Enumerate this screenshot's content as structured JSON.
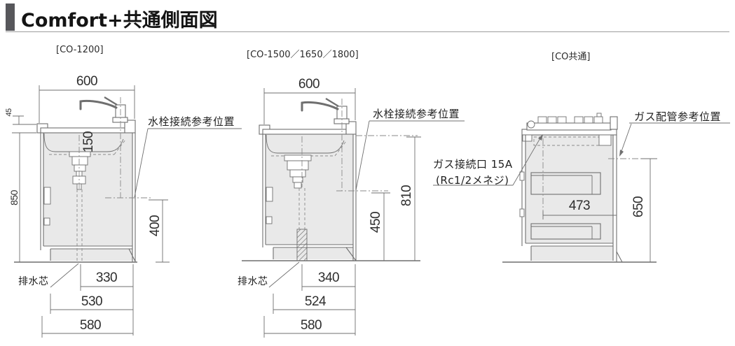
{
  "header": {
    "title": "Comfort+共通側面図",
    "accent_color": "#57575b"
  },
  "diagram1": {
    "title": "[CO-1200]",
    "dims": {
      "width_top": "600",
      "back_gap": "45",
      "height": "850",
      "sink_depth": "150",
      "faucet_conn_height": "400",
      "drain_to_wall": "330",
      "mid_depth": "530",
      "total_depth": "580"
    },
    "labels": {
      "faucet_ref": "水栓接続参考位置",
      "drain_center": "排水芯"
    }
  },
  "diagram2": {
    "title": "[CO-1500／1650／1800]",
    "dims": {
      "width_top": "600",
      "faucet_conn_height": "450",
      "upper_conn_height": "810",
      "drain_to_wall": "340",
      "mid_depth": "524",
      "total_depth": "580"
    },
    "labels": {
      "faucet_ref": "水栓接続参考位置",
      "drain_center": "排水芯"
    }
  },
  "diagram3": {
    "title": "[CO共通]",
    "dims": {
      "gas_offset_depth": "473",
      "gas_pipe_height": "650"
    },
    "labels": {
      "gas_port": "ガス接続口  15A",
      "gas_thread": "(Rc1/2メネジ)",
      "gas_pipe_ref": "ガス配管参考位置"
    }
  }
}
